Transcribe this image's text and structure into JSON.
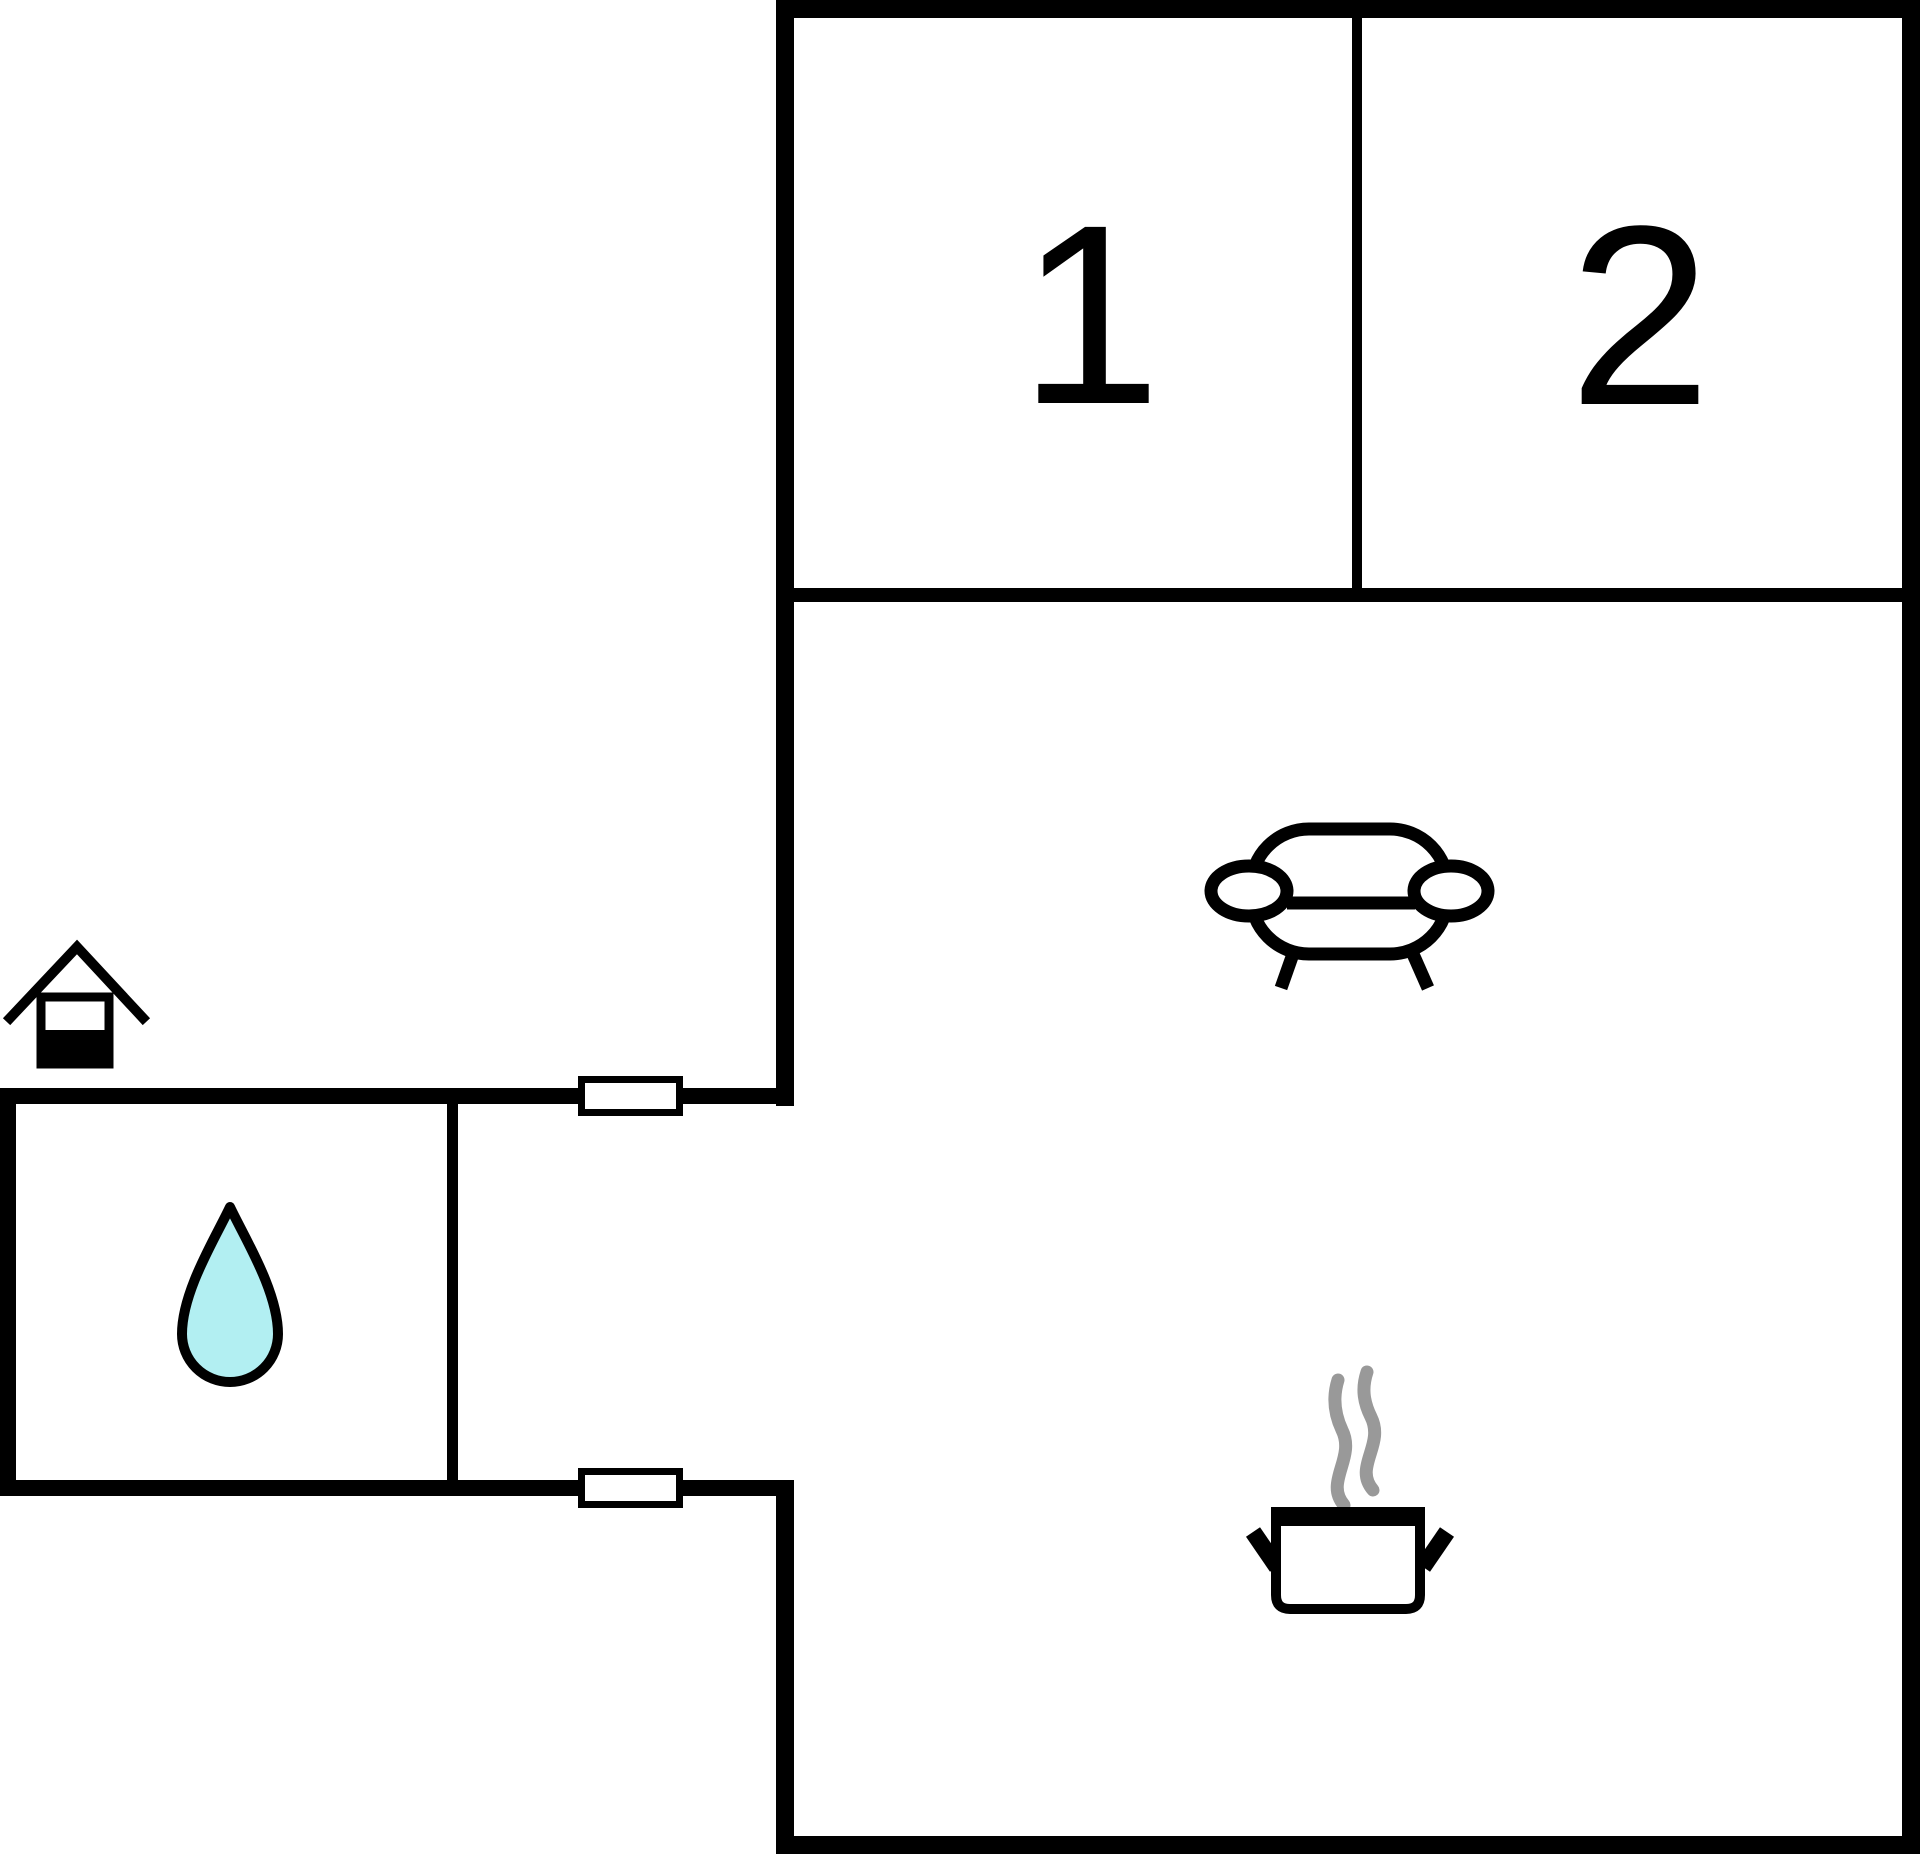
{
  "title": "apartment-floor-plan",
  "colors": {
    "background": "#ffffff",
    "walls": "#000000",
    "water_drop_fill": "#b2eff2",
    "steam": "#999999",
    "door_fill": "#ffffff"
  },
  "rooms": {
    "bedroom1": {
      "label": "1",
      "type": "bedroom"
    },
    "bedroom2": {
      "label": "2",
      "type": "bedroom"
    },
    "living_kitchen": {
      "label": "",
      "type": "living-room-kitchen",
      "icons": [
        "sofa-icon",
        "cooking-pot-icon"
      ]
    },
    "bathroom": {
      "label": "",
      "type": "bathroom",
      "icons": [
        "water-drop-icon"
      ]
    },
    "hall": {
      "label": "",
      "type": "entry-hall",
      "icons": []
    }
  },
  "icons": {
    "sofa": "sofa-icon",
    "cooking_pot": "cooking-pot-icon",
    "steam": "steam-icon",
    "water_drop": "water-drop-icon",
    "well": "well-playhouse-icon",
    "door": "door-opening"
  },
  "doors": {
    "count": 2,
    "location": "hall-north-and-south"
  }
}
